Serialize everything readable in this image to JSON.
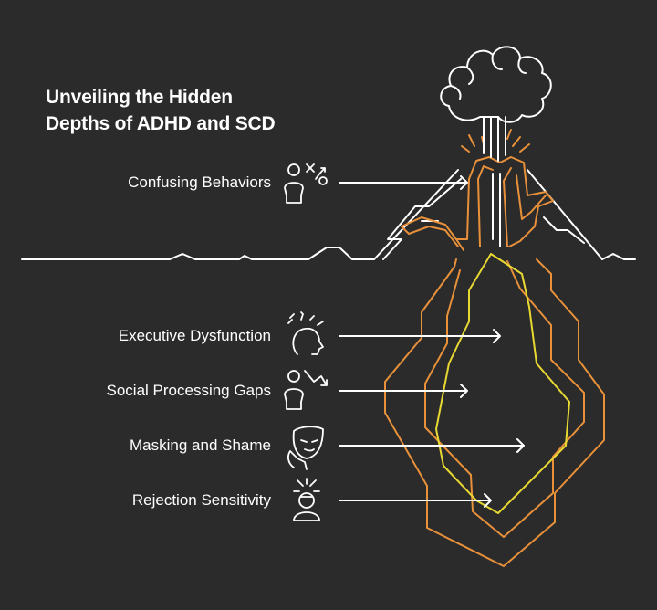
{
  "title": {
    "line1": "Unveiling the Hidden",
    "line2": "Depths of ADHD and SCD"
  },
  "labels": [
    {
      "text": "Confusing Behaviors",
      "icon": "person-confused-icon"
    },
    {
      "text": "Executive Dysfunction",
      "icon": "head-stress-icon"
    },
    {
      "text": "Social Processing Gaps",
      "icon": "person-arrow-icon"
    },
    {
      "text": "Masking and Shame",
      "icon": "mask-icon"
    },
    {
      "text": "Rejection Sensitivity",
      "icon": "person-alarm-icon"
    }
  ],
  "colors": {
    "background": "#2b2b2b",
    "line": "#ffffff",
    "orange": "#e8913a",
    "yellow": "#e8d832"
  }
}
